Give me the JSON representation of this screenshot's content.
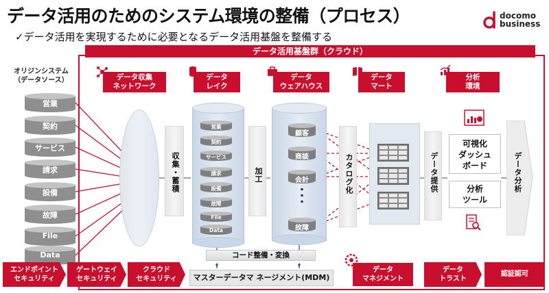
{
  "title": "データ活用のためのシステム環境の整備（プロセス）",
  "subtitle": "✓データ活用を実現するために必要となるデータ活用基盤を整備する",
  "logo": {
    "line1": "docomo",
    "line2": "business"
  },
  "platform_label": "データ活用基盤群（クラウド）",
  "origin": {
    "title": "オリジンシステム\n（データソース）",
    "systems": [
      "営業",
      "契約",
      "サービス",
      "請求",
      "設備",
      "故障",
      "File",
      "Data"
    ]
  },
  "categories": [
    {
      "icon": "network-nodes-icon",
      "label": "データ収集\nネットワーク"
    },
    {
      "icon": "database-icon",
      "label": "データ\nレイク"
    },
    {
      "icon": "briefcase-icon",
      "label": "データ\nウェアハウス"
    },
    {
      "icon": "book-icon",
      "label": "データ\nマート"
    },
    {
      "icon": "growth-chart-icon",
      "label": "分析\n環境"
    }
  ],
  "stages": {
    "collect": "収集・蓄積",
    "process": "加工",
    "catalog": "カタログ化",
    "provide": "データ提供",
    "analysis": "データ分析"
  },
  "lake_items": [
    "営業",
    "契約",
    "サービス",
    "請求",
    "設備",
    "故障",
    "File",
    "Data"
  ],
  "warehouse_items": [
    "顧客",
    "商談",
    "会計",
    "故障"
  ],
  "warehouse_ellipsis": "・\n・\n・",
  "visualization": [
    "可視化\nダッシュ\nボード",
    "分析\nツール"
  ],
  "code_maintenance": "コード整備・変換",
  "mdm": "マスターデータマ ネージメント(MDM)",
  "security": [
    "エンドポイント\nセキュリティ",
    "ゲートウェイ\nセキュリティ",
    "クラウド\nセキュリティ"
  ],
  "management": {
    "data_management": "データ\nマネジメント",
    "data_trust": "データ\nトラスト",
    "auth": "認証認可"
  },
  "colors": {
    "accent": "#c8102e"
  }
}
